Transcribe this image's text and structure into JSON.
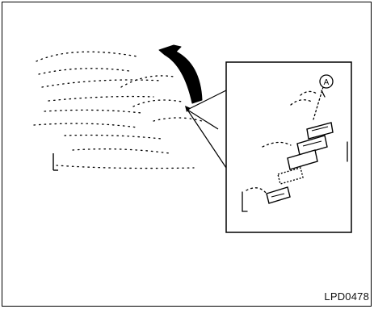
{
  "figure": {
    "code": "LPD0478",
    "callout_label": "A"
  },
  "colors": {
    "line": "#000000",
    "background": "#ffffff"
  },
  "icons": {
    "arrow": "curved-removal-arrow-icon",
    "callout": "circled-letter-callout"
  }
}
